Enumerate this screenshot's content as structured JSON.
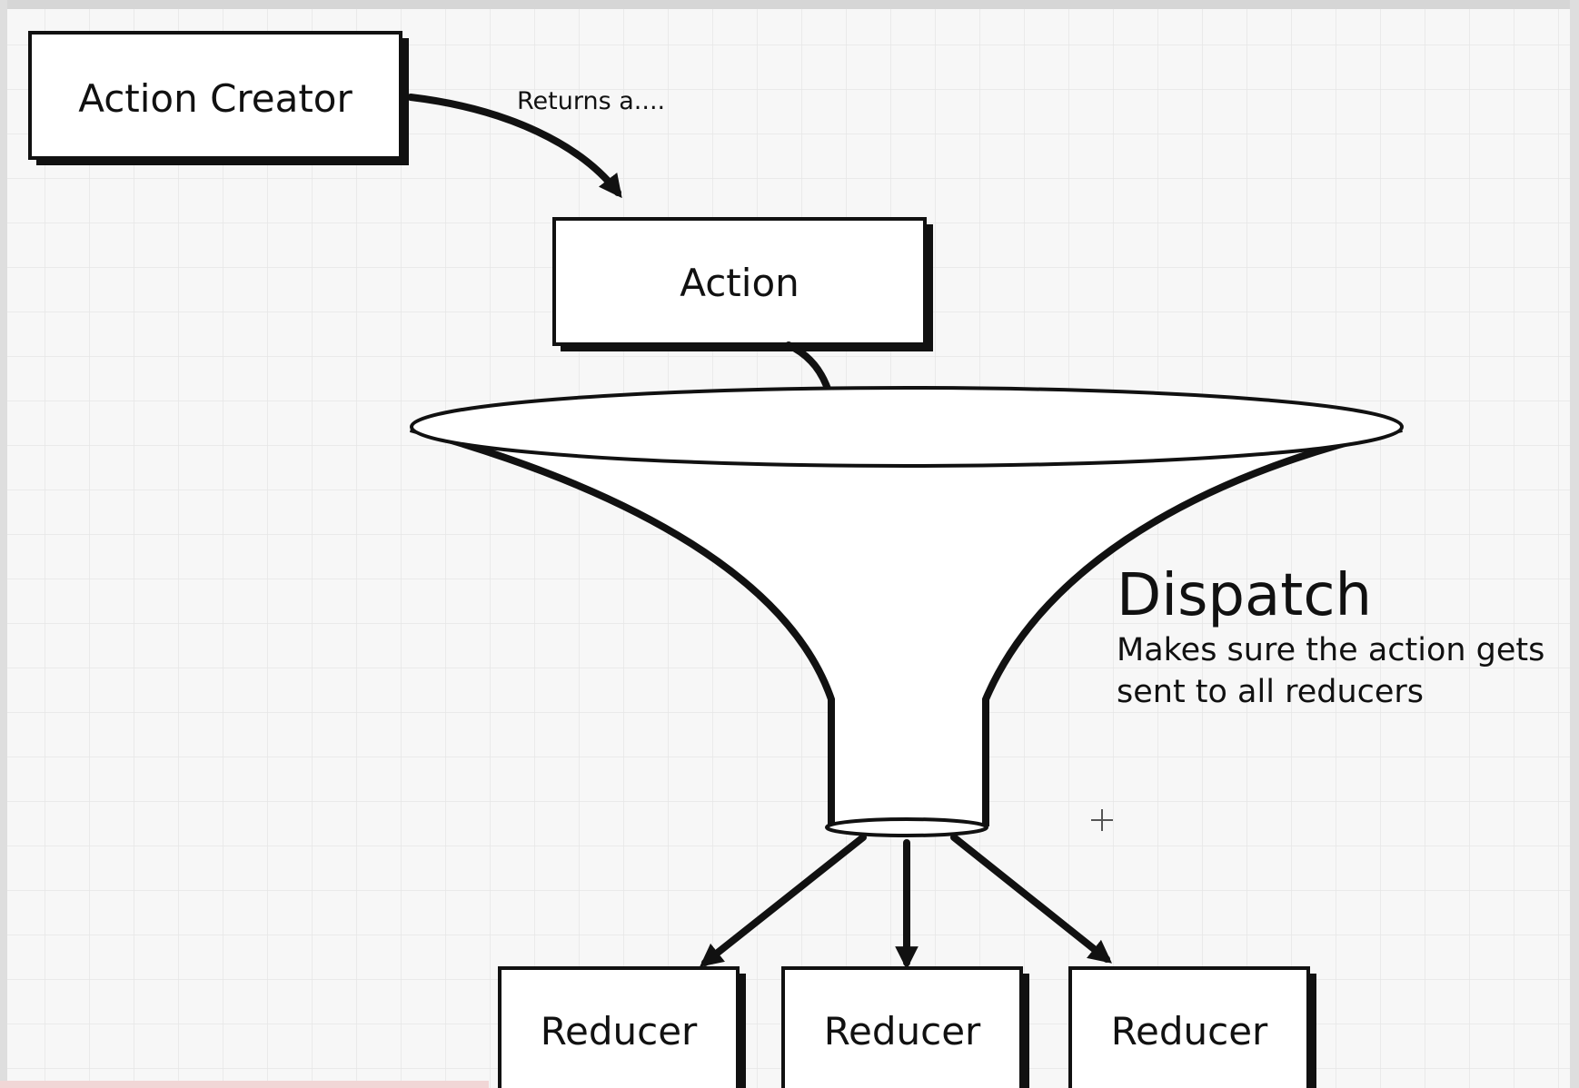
{
  "diagram": {
    "nodes": {
      "action_creator": "Action Creator",
      "action": "Action",
      "reducers": [
        "Reducer",
        "Reducer",
        "Reducer"
      ]
    },
    "edge_labels": {
      "returns": "Returns a...."
    },
    "dispatch": {
      "title": "Dispatch",
      "description_line1": "Makes sure the action gets",
      "description_line2": "sent to all reducers"
    }
  },
  "colors": {
    "background": "#f7f7f7",
    "grid": "#e6e6e6",
    "stroke": "#111111",
    "box_fill": "#ffffff",
    "progress_bar": "#f1d6d6"
  }
}
